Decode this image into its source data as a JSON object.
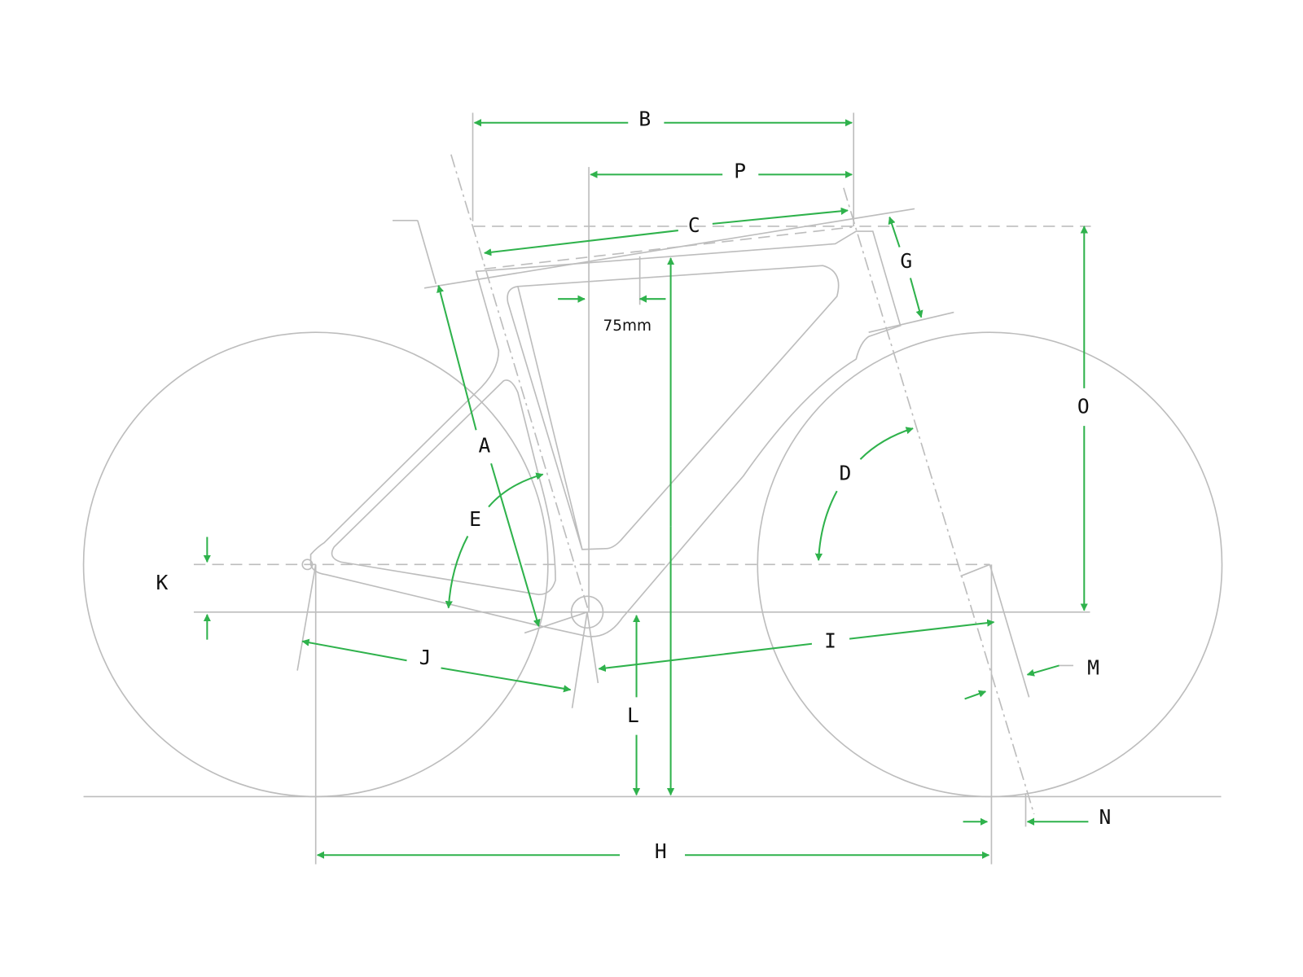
{
  "diagram": {
    "labels": {
      "A": "A",
      "B": "B",
      "C": "C",
      "D": "D",
      "E": "E",
      "G": "G",
      "H": "H",
      "I": "I",
      "J": "J",
      "K": "K",
      "L": "L",
      "M": "M",
      "N": "N",
      "O": "O",
      "P": "P"
    },
    "offset_note": "75mm",
    "colors": {
      "dimension": "#2fb24c",
      "outline": "#bdbdbd",
      "text": "#111111"
    }
  }
}
